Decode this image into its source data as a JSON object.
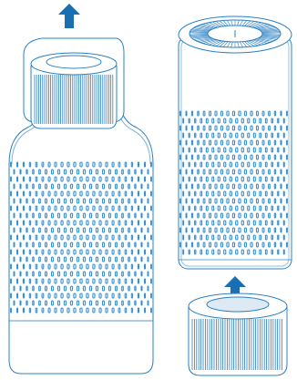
{
  "diagram": {
    "panels": [
      {
        "id": "remove-filter",
        "description_icon": "up-arrow-icon",
        "object": "purifier-with-filter-top"
      },
      {
        "id": "insert-filter",
        "description_icon": "up-arrow-icon",
        "object": "purifier-inverted-with-filter-below"
      }
    ],
    "colors": {
      "outline": "#2a80c4",
      "arrow": "#1a6fb3",
      "perforation": "#3a8fd0",
      "background": "#ffffff"
    }
  }
}
